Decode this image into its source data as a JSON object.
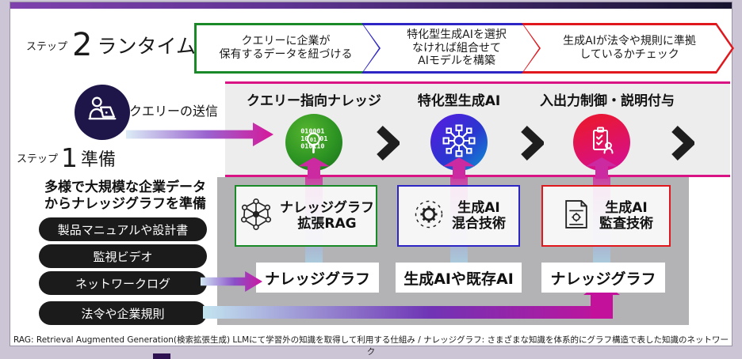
{
  "colors": {
    "accent_magenta": "#d91384",
    "flow_green": "#1a8a28",
    "flow_blue": "#2e26c4",
    "flow_red": "#e0181e",
    "navy_circle": "#1e1649",
    "top_bar_start": "#7e41ad",
    "top_bar_end": "#16142e"
  },
  "steps": {
    "step2": {
      "label": "ステップ",
      "number": "2",
      "title": "ランタイム"
    },
    "step1": {
      "label": "ステップ",
      "number": "1",
      "title": "準備"
    }
  },
  "runtime_flow": [
    {
      "text": "クエリーに企業が\n保有するデータを紐づける",
      "border_color": "#1a8a28"
    },
    {
      "text": "特化型生成AIを選択\nなければ組合せて\nAIモデルを構築",
      "border_color": "#2e26c4"
    },
    {
      "text": "生成AIが法令や規則に準拠\nしているかチェック",
      "border_color": "#e0181e"
    }
  ],
  "query": {
    "send_label": "クエリーの送信",
    "sender_icon": "person-laptop-icon"
  },
  "pipeline": {
    "columns": [
      {
        "header": "クエリー指向ナレッジ",
        "stage_icon": "binary-search-icon",
        "tech": "ナレッジグラフ\n拡張RAG",
        "tech_icon": "knowledge-graph-icon",
        "source": "ナレッジグラフ"
      },
      {
        "header": "特化型生成AI",
        "stage_icon": "network-nodes-icon",
        "tech": "生成AI\n混合技術",
        "tech_icon": "gear-icon",
        "source": "生成AIや既存AI"
      },
      {
        "header": "入出力制御・説明付与",
        "stage_icon": "clipboard-check-person-icon",
        "tech": "生成AI\n監査技術",
        "tech_icon": "audit-document-icon",
        "source": "ナレッジグラフ"
      }
    ],
    "separator_icon": "chevron-right-icon"
  },
  "preparation": {
    "heading": "多様で大規模な企業データ\nからナレッジグラフを準備",
    "data_sources": [
      "製品マニュアルや設計書",
      "監視ビデオ",
      "ネットワークログ",
      "法令や企業規則"
    ]
  },
  "footnote": "RAG: Retrieval Augmented Generation(検索拡張生成) LLMにて学習外の知識を取得して利用する仕組み / ナレッジグラフ: さまざまな知識を体系的にグラフ構造で表した知識のネットワーク"
}
